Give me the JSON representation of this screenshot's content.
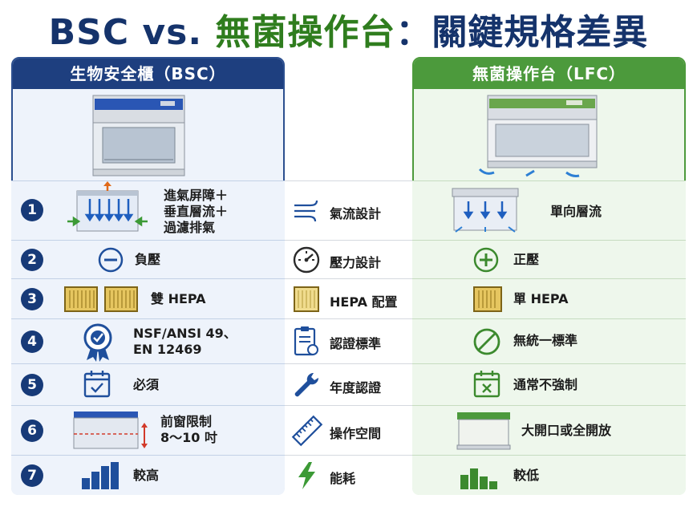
{
  "title": {
    "part1": "BSC vs. ",
    "part2": "無菌操作台",
    "part3": "：關鍵規格差異"
  },
  "bsc": {
    "header": "生物安全櫃（BSC）"
  },
  "lfc": {
    "header": "無菌操作台（LFC）"
  },
  "rows": [
    {
      "num": "1",
      "bsc_line1": "進氣屏障＋",
      "bsc_line2": "垂直層流＋",
      "bsc_line3": "過濾排氣",
      "middle": "氣流設計",
      "lfc": "單向層流"
    },
    {
      "num": "2",
      "bsc": "負壓",
      "middle": "壓力設計",
      "lfc": "正壓"
    },
    {
      "num": "3",
      "bsc": "雙 HEPA",
      "middle": "HEPA 配置",
      "lfc": "單 HEPA"
    },
    {
      "num": "4",
      "bsc_line1": "NSF/ANSI 49、",
      "bsc_line2": "EN 12469",
      "middle": "認證標準",
      "lfc": "無統一標準"
    },
    {
      "num": "5",
      "bsc": "必須",
      "middle": "年度認證",
      "lfc": "通常不強制"
    },
    {
      "num": "6",
      "bsc_line1": "前窗限制",
      "bsc_line2": "8〜10 吋",
      "middle": "操作空間",
      "lfc": "大開口或全開放"
    },
    {
      "num": "7",
      "bsc": "較高",
      "middle": "能耗",
      "lfc": "較低"
    }
  ],
  "icons": {
    "row1_middle": "airflow-icon",
    "row2_middle": "pressure-gauge-icon",
    "row3_middle": "hepa-filter-icon",
    "row4_middle": "certificate-clipboard-icon",
    "row5_middle": "wrench-icon",
    "row6_middle": "ruler-icon",
    "row7_middle": "lightning-icon"
  },
  "colors": {
    "bsc": "#1e3f7f",
    "lfc": "#4c9a3c",
    "title_green": "#2f7d1e"
  }
}
